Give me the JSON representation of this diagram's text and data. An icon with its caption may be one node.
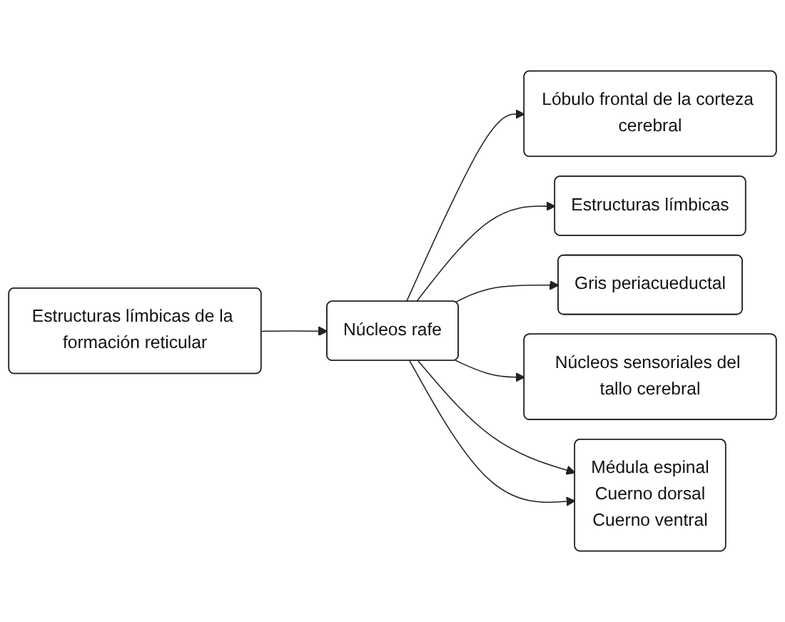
{
  "diagram": {
    "nodes": [
      {
        "text": [
          "Estructuras límbicas de la formación reticular"
        ]
      },
      {
        "text": [
          "Núcleos rafe"
        ]
      },
      {
        "text": [
          "Lóbulo frontal de la corteza cerebral"
        ]
      },
      {
        "text": [
          "Estructuras límbicas"
        ]
      },
      {
        "text": [
          "Gris periacueductal"
        ]
      },
      {
        "text": [
          "Núcleos sensoriales del tallo cerebral"
        ]
      },
      {
        "text": [
          "Médula espinal",
          "Cuerno dorsal",
          "Cuerno ventral"
        ]
      }
    ],
    "edges": [
      {
        "from": 0,
        "to": 1,
        "arrow": "to"
      },
      {
        "from": 1,
        "to": 2,
        "arrow": "to"
      },
      {
        "from": 1,
        "to": 3,
        "arrow": "to"
      },
      {
        "from": 1,
        "to": 4,
        "arrow": "to"
      },
      {
        "from": 1,
        "to": 5,
        "arrow": "to"
      },
      {
        "from": 1,
        "to": 6,
        "arrow": "to"
      },
      {
        "from": 1,
        "to": 6,
        "arrow": "to"
      }
    ]
  }
}
